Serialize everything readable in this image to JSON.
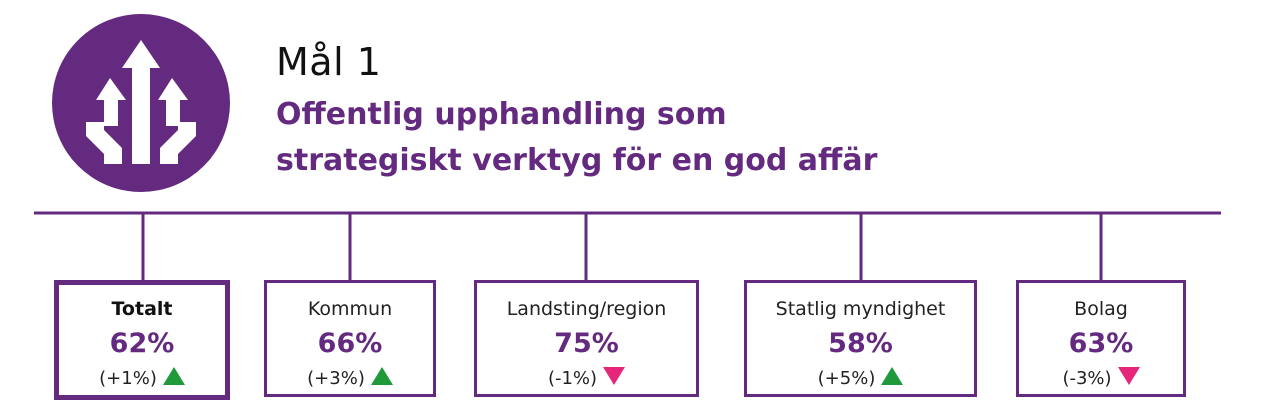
{
  "header": {
    "goal_label": "Mål 1",
    "title_line1": "Offentlig upphandling som",
    "title_line2": "strategiskt verktyg för en god affär",
    "logo_icon": "merging-arrows-icon"
  },
  "colors": {
    "brand_purple": "#642a7f",
    "increase_green": "#1f9a3b",
    "decrease_pink": "#e5267a"
  },
  "cards": [
    {
      "label": "Totalt",
      "value": "62%",
      "change": "(+1%)",
      "trend": "up"
    },
    {
      "label": "Kommun",
      "value": "66%",
      "change": "(+3%)",
      "trend": "up"
    },
    {
      "label": "Landsting/region",
      "value": "75%",
      "change": "(-1%)",
      "trend": "down"
    },
    {
      "label": "Statlig myndighet",
      "value": "58%",
      "change": "(+5%)",
      "trend": "up"
    },
    {
      "label": "Bolag",
      "value": "63%",
      "change": "(-3%)",
      "trend": "down"
    }
  ]
}
